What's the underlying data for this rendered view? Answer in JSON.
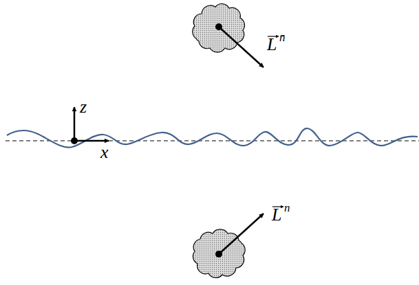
{
  "diagram": {
    "labels": [
      "z",
      "x",
      "L",
      "n̄",
      "L",
      "n"
    ]
  }
}
